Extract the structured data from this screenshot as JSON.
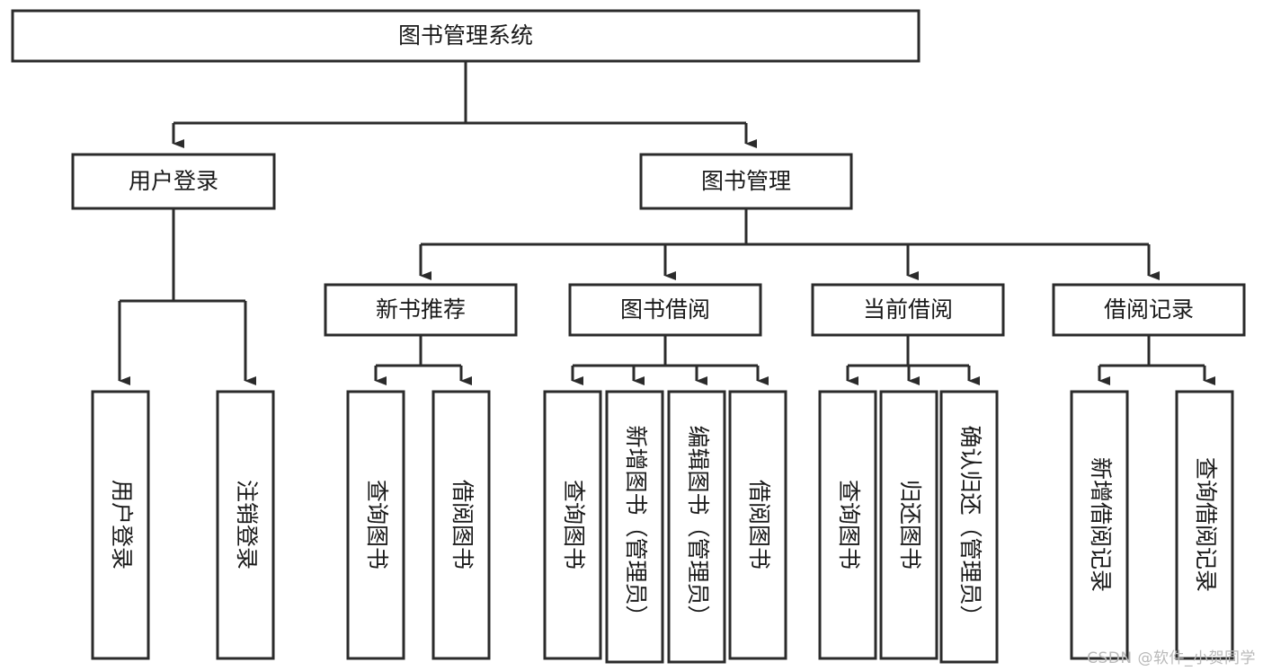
{
  "diagram": {
    "title": "图书管理系统",
    "type": "tree",
    "watermark": "CSDN @软件_小贺同学",
    "levels": {
      "root": {
        "label": "图书管理系统"
      },
      "level2": [
        {
          "label": "用户登录"
        },
        {
          "label": "图书管理"
        }
      ],
      "level3": [
        {
          "label": "新书推荐"
        },
        {
          "label": "图书借阅"
        },
        {
          "label": "当前借阅"
        },
        {
          "label": "借阅记录"
        }
      ]
    },
    "leaves": {
      "user_login": [
        {
          "label": "用户登录"
        },
        {
          "label": "注销登录"
        }
      ],
      "new_book_recommend": [
        {
          "label": "查询图书"
        },
        {
          "label": "借阅图书"
        }
      ],
      "book_borrow": [
        {
          "label": "查询图书"
        },
        {
          "label": "新增图书（管理员）"
        },
        {
          "label": "编辑图书（管理员）"
        },
        {
          "label": "借阅图书"
        }
      ],
      "current_borrow": [
        {
          "label": "查询图书"
        },
        {
          "label": "归还图书"
        },
        {
          "label": "确认归还（管理员）"
        }
      ],
      "borrow_record": [
        {
          "label": "新增借阅记录"
        },
        {
          "label": "查询借阅记录"
        }
      ]
    },
    "colors": {
      "stroke": "#2b2b2b",
      "fill": "#ffffff",
      "text": "#1a1a1a",
      "watermark": "#b9b9b9"
    }
  }
}
